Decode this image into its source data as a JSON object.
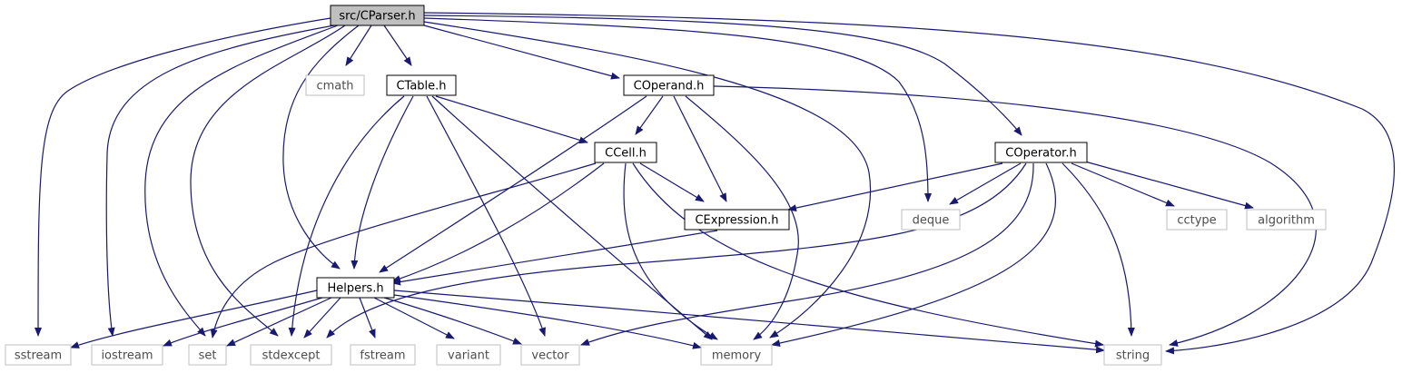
{
  "nodes": [
    {
      "id": "cparser",
      "label": "src/CParser.h",
      "style": "root"
    },
    {
      "id": "cmath",
      "label": "cmath",
      "style": "system"
    },
    {
      "id": "ctable",
      "label": "CTable.h",
      "style": "project"
    },
    {
      "id": "coperand",
      "label": "COperand.h",
      "style": "project"
    },
    {
      "id": "ccell",
      "label": "CCell.h",
      "style": "project"
    },
    {
      "id": "coperator",
      "label": "COperator.h",
      "style": "project"
    },
    {
      "id": "cexpression",
      "label": "CExpression.h",
      "style": "project"
    },
    {
      "id": "deque",
      "label": "deque",
      "style": "system"
    },
    {
      "id": "cctype",
      "label": "cctype",
      "style": "system"
    },
    {
      "id": "algorithm",
      "label": "algorithm",
      "style": "system"
    },
    {
      "id": "helpers",
      "label": "Helpers.h",
      "style": "project"
    },
    {
      "id": "sstream",
      "label": "sstream",
      "style": "system"
    },
    {
      "id": "iostream",
      "label": "iostream",
      "style": "system"
    },
    {
      "id": "set",
      "label": "set",
      "style": "system"
    },
    {
      "id": "stdexcept",
      "label": "stdexcept",
      "style": "system"
    },
    {
      "id": "fstream",
      "label": "fstream",
      "style": "system"
    },
    {
      "id": "variant",
      "label": "variant",
      "style": "system"
    },
    {
      "id": "vector",
      "label": "vector",
      "style": "system"
    },
    {
      "id": "memory",
      "label": "memory",
      "style": "system"
    },
    {
      "id": "string",
      "label": "string",
      "style": "system"
    }
  ],
  "edges": [
    {
      "from": "cparser",
      "to": "sstream"
    },
    {
      "from": "cparser",
      "to": "iostream"
    },
    {
      "from": "cparser",
      "to": "set"
    },
    {
      "from": "cparser",
      "to": "stdexcept"
    },
    {
      "from": "cparser",
      "to": "helpers"
    },
    {
      "from": "cparser",
      "to": "cmath"
    },
    {
      "from": "cparser",
      "to": "ctable"
    },
    {
      "from": "cparser",
      "to": "coperand"
    },
    {
      "from": "cparser",
      "to": "memory"
    },
    {
      "from": "cparser",
      "to": "deque"
    },
    {
      "from": "cparser",
      "to": "coperator"
    },
    {
      "from": "cparser",
      "to": "string"
    },
    {
      "from": "ctable",
      "to": "ccell"
    },
    {
      "from": "ctable",
      "to": "helpers"
    },
    {
      "from": "ctable",
      "to": "stdexcept"
    },
    {
      "from": "ctable",
      "to": "vector"
    },
    {
      "from": "ctable",
      "to": "memory"
    },
    {
      "from": "coperand",
      "to": "ccell"
    },
    {
      "from": "coperand",
      "to": "helpers"
    },
    {
      "from": "coperand",
      "to": "cexpression"
    },
    {
      "from": "coperand",
      "to": "memory"
    },
    {
      "from": "coperand",
      "to": "string"
    },
    {
      "from": "ccell",
      "to": "set"
    },
    {
      "from": "ccell",
      "to": "helpers"
    },
    {
      "from": "ccell",
      "to": "cexpression"
    },
    {
      "from": "ccell",
      "to": "memory"
    },
    {
      "from": "ccell",
      "to": "string"
    },
    {
      "from": "coperator",
      "to": "cexpression"
    },
    {
      "from": "coperator",
      "to": "deque"
    },
    {
      "from": "coperator",
      "to": "cctype"
    },
    {
      "from": "coperator",
      "to": "algorithm"
    },
    {
      "from": "coperator",
      "to": "stdexcept"
    },
    {
      "from": "coperator",
      "to": "vector"
    },
    {
      "from": "coperator",
      "to": "memory"
    },
    {
      "from": "coperator",
      "to": "string"
    },
    {
      "from": "cexpression",
      "to": "helpers"
    },
    {
      "from": "helpers",
      "to": "sstream"
    },
    {
      "from": "helpers",
      "to": "iostream"
    },
    {
      "from": "helpers",
      "to": "set"
    },
    {
      "from": "helpers",
      "to": "stdexcept"
    },
    {
      "from": "helpers",
      "to": "fstream"
    },
    {
      "from": "helpers",
      "to": "variant"
    },
    {
      "from": "helpers",
      "to": "vector"
    },
    {
      "from": "helpers",
      "to": "memory"
    },
    {
      "from": "helpers",
      "to": "string"
    }
  ],
  "colors": {
    "edge": "#191970",
    "root_fill": "#bfbfbf",
    "project_stroke": "#000000",
    "system_stroke": "#bfbfbf",
    "system_text": "#4d4d4d",
    "text": "#000000",
    "background": "#ffffff"
  }
}
